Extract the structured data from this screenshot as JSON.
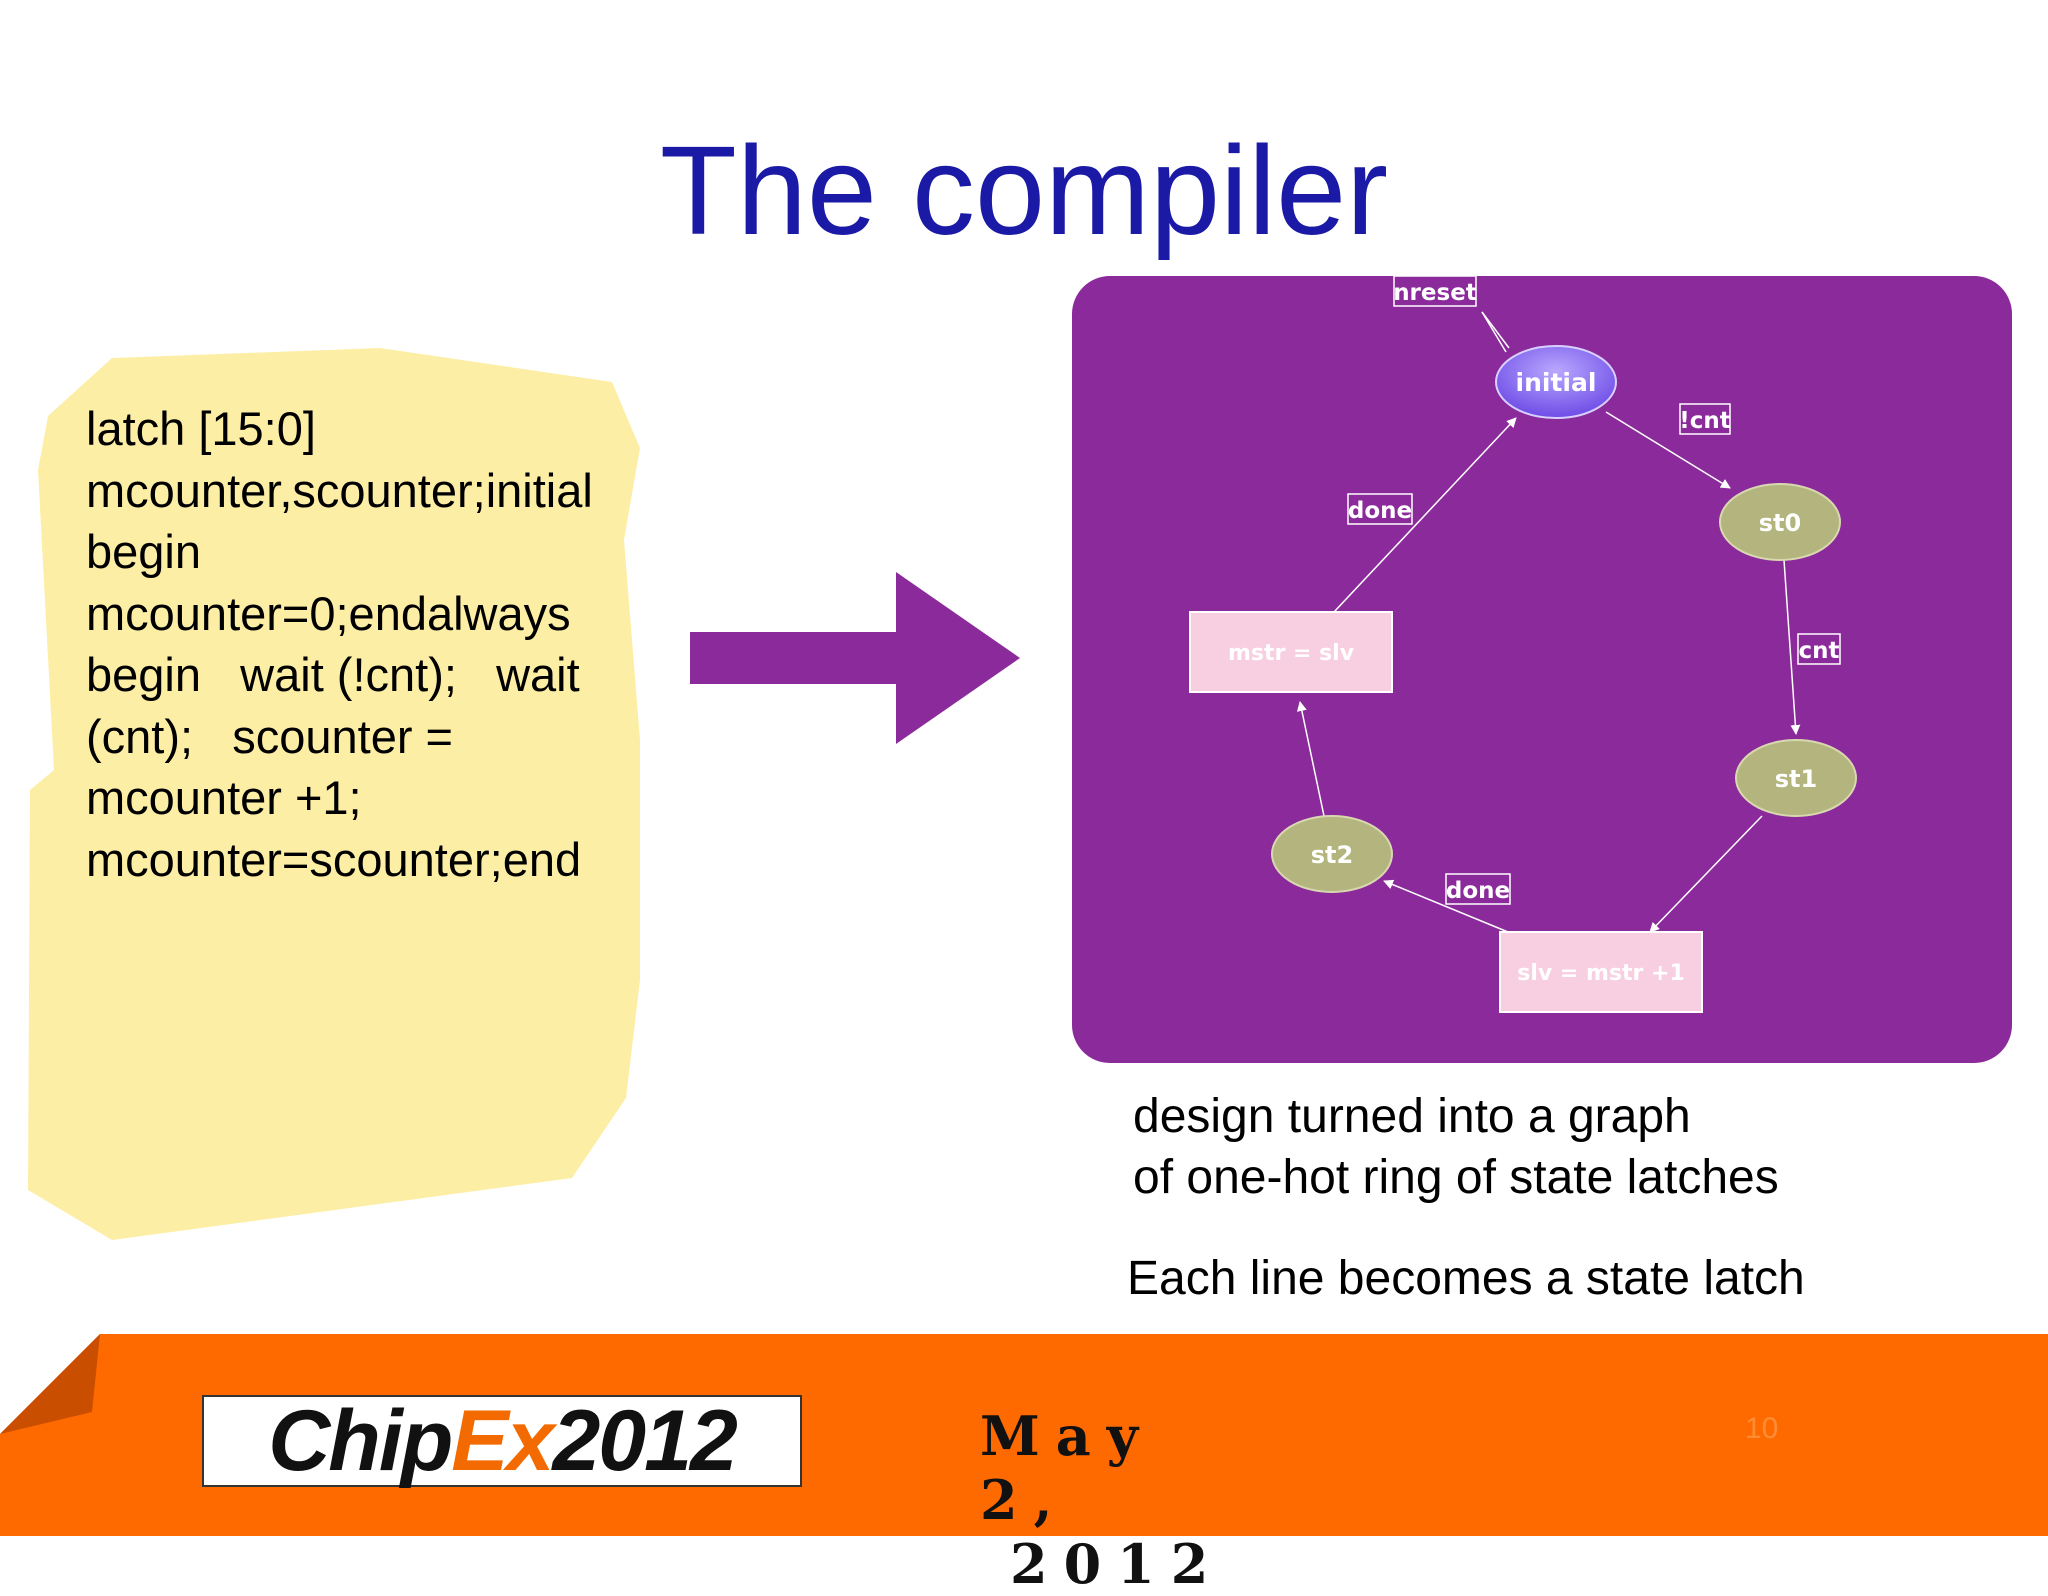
{
  "slide": {
    "title": "The compiler",
    "code_lines": [
      "latch [15:0]",
      "mcounter,scounter;initial",
      "begin",
      "mcounter=0;endalways",
      "begin   wait (!cnt);   wait",
      "(cnt);   scounter =",
      "mcounter +1;",
      "mcounter=scounter;end"
    ],
    "diagram": {
      "states": {
        "initial": "initial",
        "st0": "st0",
        "st1": "st1",
        "st2": "st2",
        "box1": "mstr = slv",
        "box2": "slv = mstr +1"
      },
      "edges": {
        "nreset": "nreset",
        "not_cnt": "!cnt",
        "cnt": "cnt",
        "done_top": "done",
        "done_bottom": "done"
      }
    },
    "caption_line1": "design turned into a graph",
    "caption_line2": "of one-hot ring of state latches",
    "caption2": "Each line becomes a state latch",
    "colors": {
      "title": "#1a1aa6",
      "panel": "#8b2a9b",
      "arrow": "#8b2a9b",
      "note": "#fdeea6",
      "footer": "#ff6a00"
    }
  },
  "footer": {
    "logo_chip": "Chip",
    "logo_ex": "Ex",
    "logo_year": "2012",
    "date_line1": "May 2,",
    "date_line2": "2012",
    "page_number": "10"
  }
}
